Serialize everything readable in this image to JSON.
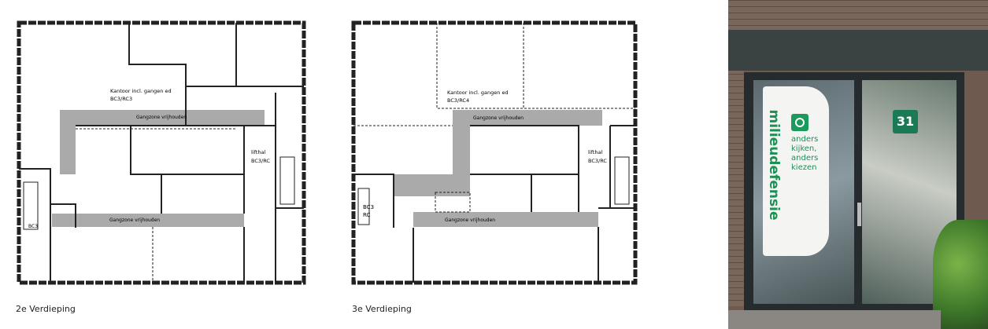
{
  "plans": [
    {
      "caption": "2e Verdieping",
      "office_label_1": "Kantoor incl. gangen ed",
      "office_label_2": "BC3/RC3",
      "corridor_top": "Gangzone vrijhouden",
      "corridor_bottom": "Gangzone vrijhouden",
      "lift_label_1": "lifthal",
      "lift_label_2": "BC3/RC",
      "stair_label": "BC3"
    },
    {
      "caption": "3e Verdieping",
      "office_label_1": "Kantoor incl. gangen ed",
      "office_label_2": "BC3/RC4",
      "corridor_top": "Gangzone vrijhouden",
      "corridor_bottom": "Gangzone vrijhouden",
      "lift_label_1": "lifthal",
      "lift_label_2": "BC3/RC",
      "stair_label_1": "BC3",
      "stair_label_2": "RC"
    }
  ],
  "photo": {
    "sign_text": "milieudefensie",
    "slogan": [
      "anders",
      "kijken,",
      "anders",
      "kiezen"
    ],
    "house_number": "31",
    "brand_color": "#1a9a5c"
  }
}
